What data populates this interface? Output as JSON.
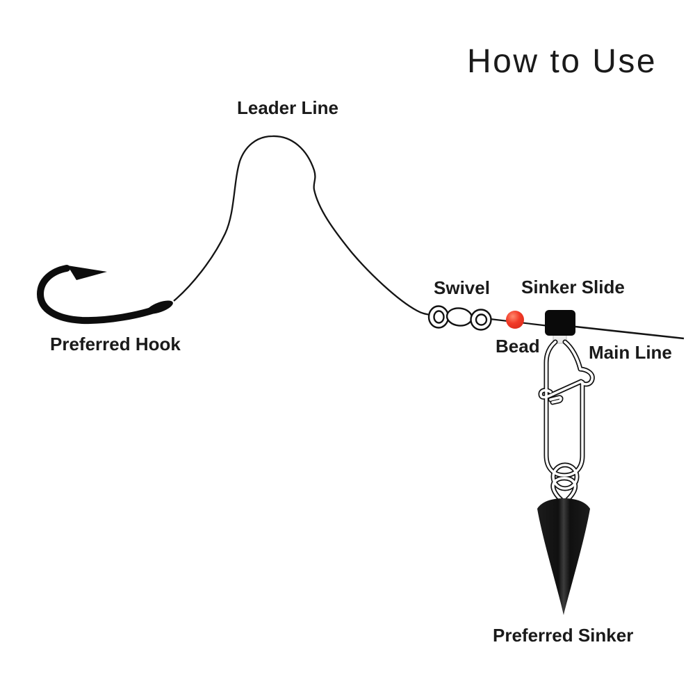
{
  "title": "How to Use",
  "labels": {
    "leader_line": "Leader Line",
    "preferred_hook": "Preferred Hook",
    "swivel": "Swivel",
    "bead": "Bead",
    "sinker_slide": "Sinker Slide",
    "main_line": "Main Line",
    "preferred_sinker": "Preferred Sinker"
  },
  "colors": {
    "background": "#ffffff",
    "ink": "#111111",
    "text": "#1a1a1a",
    "bead_highlight": "#ff8a6e",
    "bead_main": "#f23b28",
    "bead_edge": "#d62718",
    "slide_black": "#0a0a0a",
    "slide_tab": "#ebebeb",
    "sinker_edge": "#1c1c1c",
    "sinker_dark": "#101010",
    "sinker_sheen": "#3c3c3c"
  },
  "diagram": {
    "type": "fishing-rig-assembly",
    "parts_in_order": [
      "Preferred Hook",
      "Leader Line",
      "Swivel",
      "Bead",
      "Sinker Slide",
      "Main Line",
      "Preferred Sinker"
    ]
  }
}
